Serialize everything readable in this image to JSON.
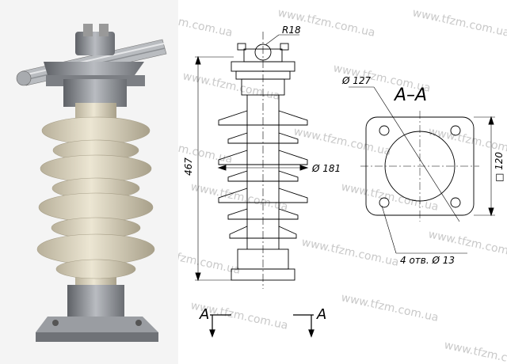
{
  "watermark": "www.tfzm.com.ua",
  "drawing": {
    "dim_radius": "R18",
    "dim_height": "467",
    "dim_diameter": "Ø 181",
    "section_title": "A–A",
    "dim_bolt_circle": "Ø 127",
    "dim_square": "□ 120",
    "dim_holes": "4 отв. Ø 13",
    "section_mark_left": "A",
    "section_mark_right": "A"
  },
  "colors": {
    "porcelain": "#d9d2bd",
    "metal": "#8c8f94",
    "line": "#000000"
  }
}
